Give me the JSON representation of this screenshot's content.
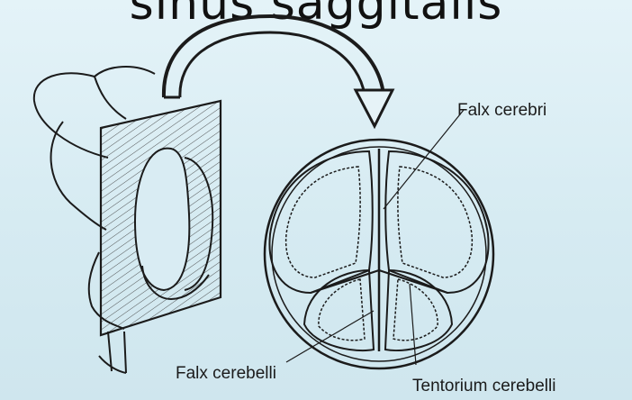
{
  "title": "sinus saggitalis",
  "labels": {
    "falx_cerebri": "Falx cerebri",
    "falx_cerebelli": "Falx cerebelli",
    "tentorium_cerebelli": "Tentorium cerebelli"
  },
  "colors": {
    "background": "#d9ecf3",
    "ink": "#1b1b1b"
  }
}
